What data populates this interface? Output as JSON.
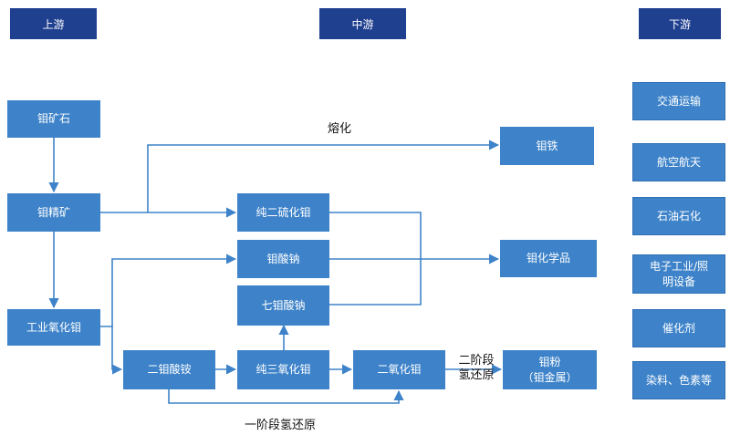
{
  "headers": {
    "upstream": "上游",
    "midstream": "中游",
    "downstream": "下游"
  },
  "nodes": {
    "moly_ore": "钼矿石",
    "moly_concentrate": "钼精矿",
    "industrial_moly_oxide": "工业氧化钼",
    "pure_moly_disulfide": "纯二硫化钼",
    "sodium_molybdate": "钼酸钠",
    "sodium_heptamolybdate": "七钼酸钠",
    "ammonium_dimolybdate": "二钼酸铵",
    "pure_moly_trioxide": "纯三氧化钼",
    "moly_dioxide": "二氧化钼",
    "ferromolybdenum": "钼铁",
    "moly_chemicals": "钼化学品",
    "moly_powder_line1": "钼粉",
    "moly_powder_line2": "（钼金属）"
  },
  "edge_labels": {
    "smelting": "熔化",
    "two_stage_reduction_line1": "二阶段",
    "two_stage_reduction_line2": "氢还原",
    "one_stage_reduction": "一阶段氢还原"
  },
  "downstream": [
    "交通运输",
    "航空航天",
    "石油石化",
    "电子工业/照明设备",
    "催化剂",
    "染料、色素等"
  ],
  "colors": {
    "header_bg": "#1f3f8f",
    "box_bg": "#3e83c9",
    "arrow": "#3e83c9"
  }
}
